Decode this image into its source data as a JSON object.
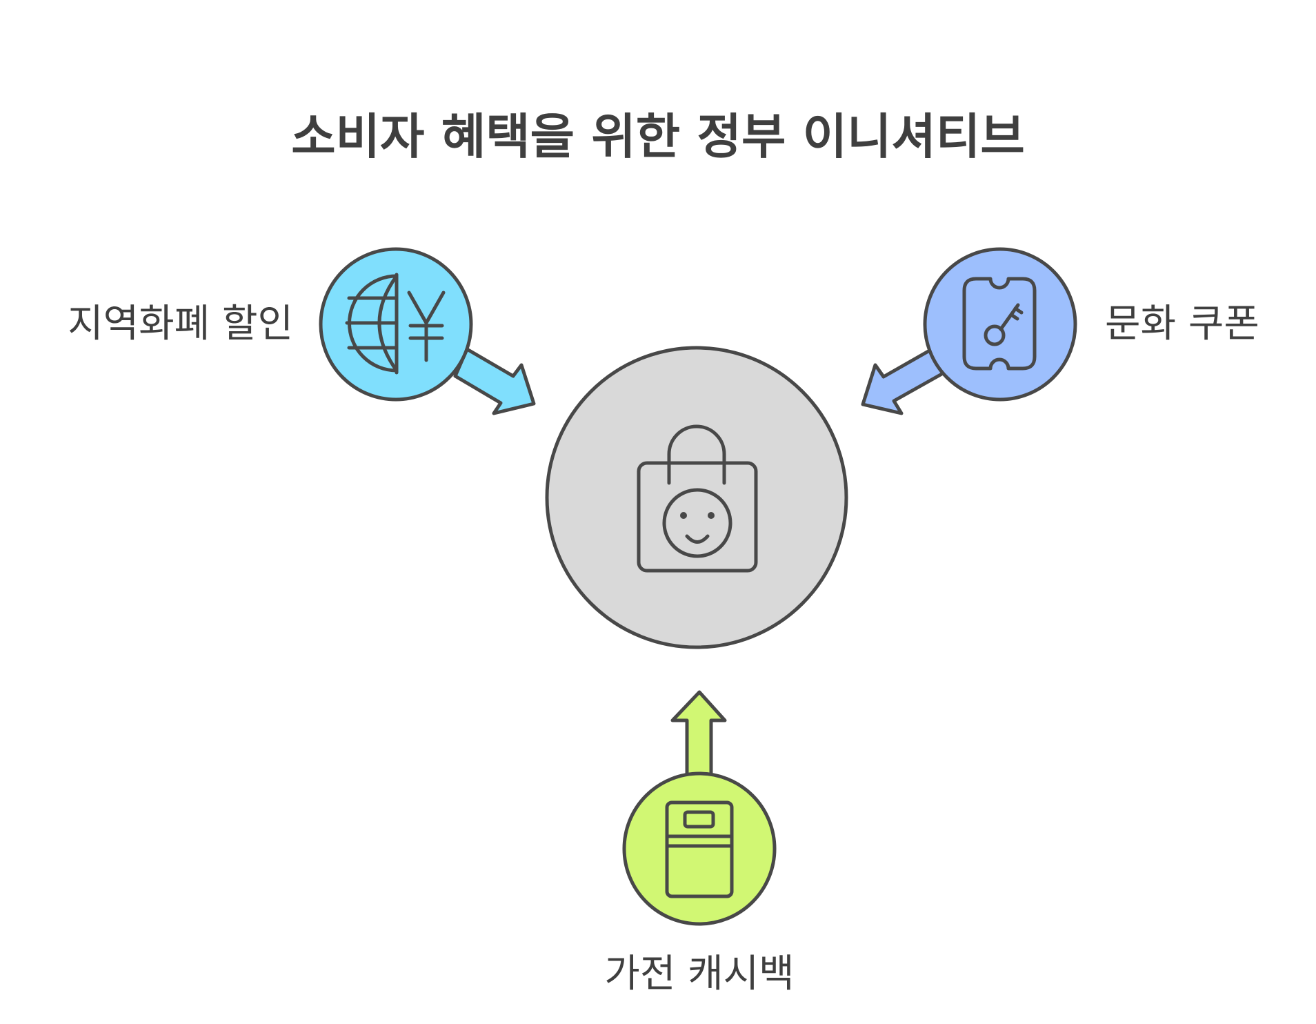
{
  "title": "소비자 혜택을 위한 정부 이니셔티브",
  "center": {
    "icon": "shopping-bag-smile-icon",
    "color": "#d9d9d9"
  },
  "nodes": [
    {
      "id": "local-currency",
      "label": "지역화폐 할인",
      "icon": "globe-yen-icon",
      "color": "#80dffd"
    },
    {
      "id": "culture-coupon",
      "label": "문화 쿠폰",
      "icon": "ticket-key-icon",
      "color": "#9dbffd"
    },
    {
      "id": "appliance-cashback",
      "label": "가전 캐시백",
      "icon": "appliance-icon",
      "color": "#d1f773"
    }
  ]
}
